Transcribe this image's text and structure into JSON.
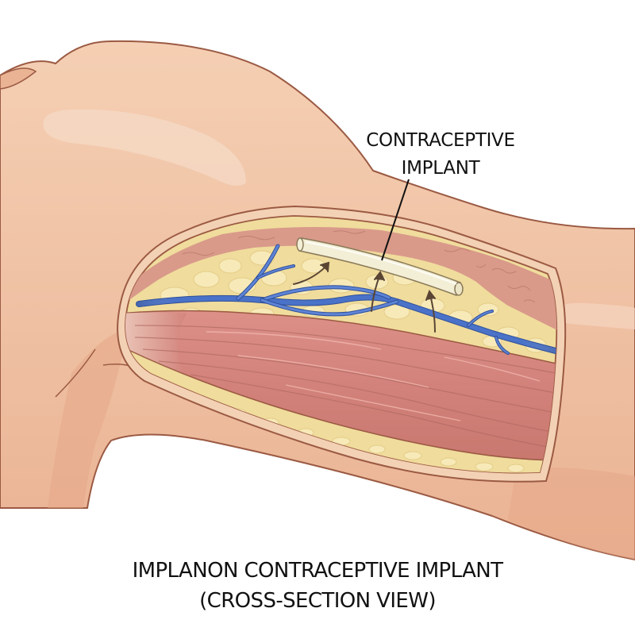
{
  "callout": {
    "line1": "CONTRACEPTIVE",
    "line2": "IMPLANT"
  },
  "caption": {
    "line1": "IMPLANON CONTRACEPTIVE IMPLANT",
    "line2": "(CROSS-SECTION VIEW)"
  },
  "layers": [
    "skin",
    "dermis",
    "subcutaneous-fat",
    "vein",
    "implant-rod",
    "muscle"
  ],
  "colors": {
    "background": "#ffffff",
    "skin": "#f2c4a4",
    "skin_highlight": "#f6d5bd",
    "skin_shadow": "#e6a888",
    "outline": "#9b5a43",
    "dermis": "#d99a8a",
    "fat": "#f0dc9c",
    "fat_globule": "#f7eab8",
    "vein": "#4a72c8",
    "vein_light": "#7b9be0",
    "muscle": "#d48780",
    "muscle_light": "#e3a39a",
    "implant": "#f3efd6",
    "arrow": "#5a4535",
    "text": "#111111"
  }
}
